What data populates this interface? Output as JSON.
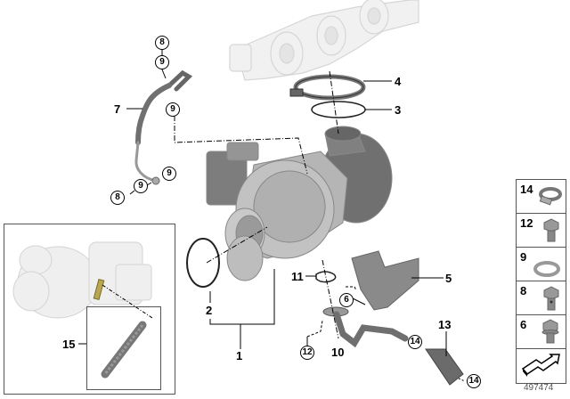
{
  "diagram": {
    "type": "exploded parts diagram",
    "subject": "Turbocharger assembly with lubrication lines",
    "reference_number": "497474"
  },
  "callouts": [
    {
      "id": "1",
      "style": "plain"
    },
    {
      "id": "2",
      "style": "plain"
    },
    {
      "id": "3",
      "style": "plain"
    },
    {
      "id": "4",
      "style": "plain"
    },
    {
      "id": "5",
      "style": "plain"
    },
    {
      "id": "6",
      "style": "circled"
    },
    {
      "id": "7",
      "style": "plain"
    },
    {
      "id": "8a",
      "label": "8",
      "style": "circled"
    },
    {
      "id": "9a",
      "label": "9",
      "style": "circled"
    },
    {
      "id": "9b",
      "label": "9",
      "style": "circled"
    },
    {
      "id": "9c",
      "label": "9",
      "style": "circled"
    },
    {
      "id": "9d",
      "label": "9",
      "style": "circled"
    },
    {
      "id": "8b",
      "label": "8",
      "style": "circled"
    },
    {
      "id": "10",
      "style": "plain"
    },
    {
      "id": "11",
      "style": "plain"
    },
    {
      "id": "12",
      "style": "circled"
    },
    {
      "id": "13",
      "style": "plain"
    },
    {
      "id": "14a",
      "label": "14",
      "style": "circled"
    },
    {
      "id": "14b",
      "label": "14",
      "style": "circled"
    },
    {
      "id": "15",
      "style": "plain"
    }
  ],
  "labels": {
    "l1": "1",
    "l2": "2",
    "l3": "3",
    "l4": "4",
    "l5": "5",
    "l6": "6",
    "l7": "7",
    "l8a": "8",
    "l9a": "9",
    "l9b": "9",
    "l9c": "9",
    "l9d": "9",
    "l8b": "8",
    "l10": "10",
    "l11": "11",
    "l12": "12",
    "l13": "13",
    "l14a": "14",
    "l14b": "14",
    "l15": "15"
  },
  "legend": [
    {
      "number": "14",
      "part": "hose clamp"
    },
    {
      "number": "12",
      "part": "hex bolt"
    },
    {
      "number": "9",
      "part": "sealing ring"
    },
    {
      "number": "8",
      "part": "banjo bolt"
    },
    {
      "number": "6",
      "part": "flange bolt"
    },
    {
      "number": "",
      "part": "direction arrow"
    }
  ]
}
